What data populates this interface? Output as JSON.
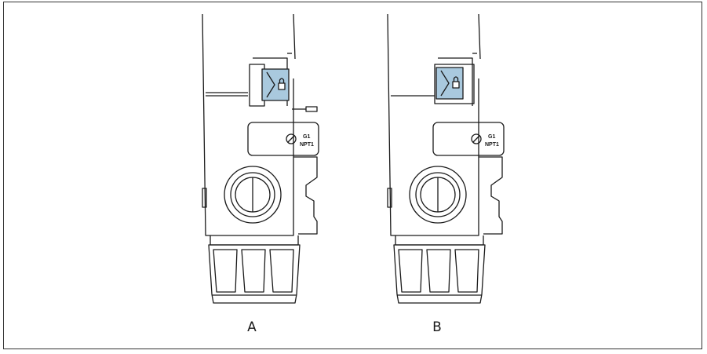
{
  "figures": [
    {
      "label": "A",
      "port_line1": "G1",
      "port_line2": "NPT1"
    },
    {
      "label": "B",
      "port_line1": "G1",
      "port_line2": "NPT1"
    }
  ],
  "colors": {
    "lock": "#a9c9de",
    "line": "#1a1a1a",
    "frame": "#333333"
  }
}
